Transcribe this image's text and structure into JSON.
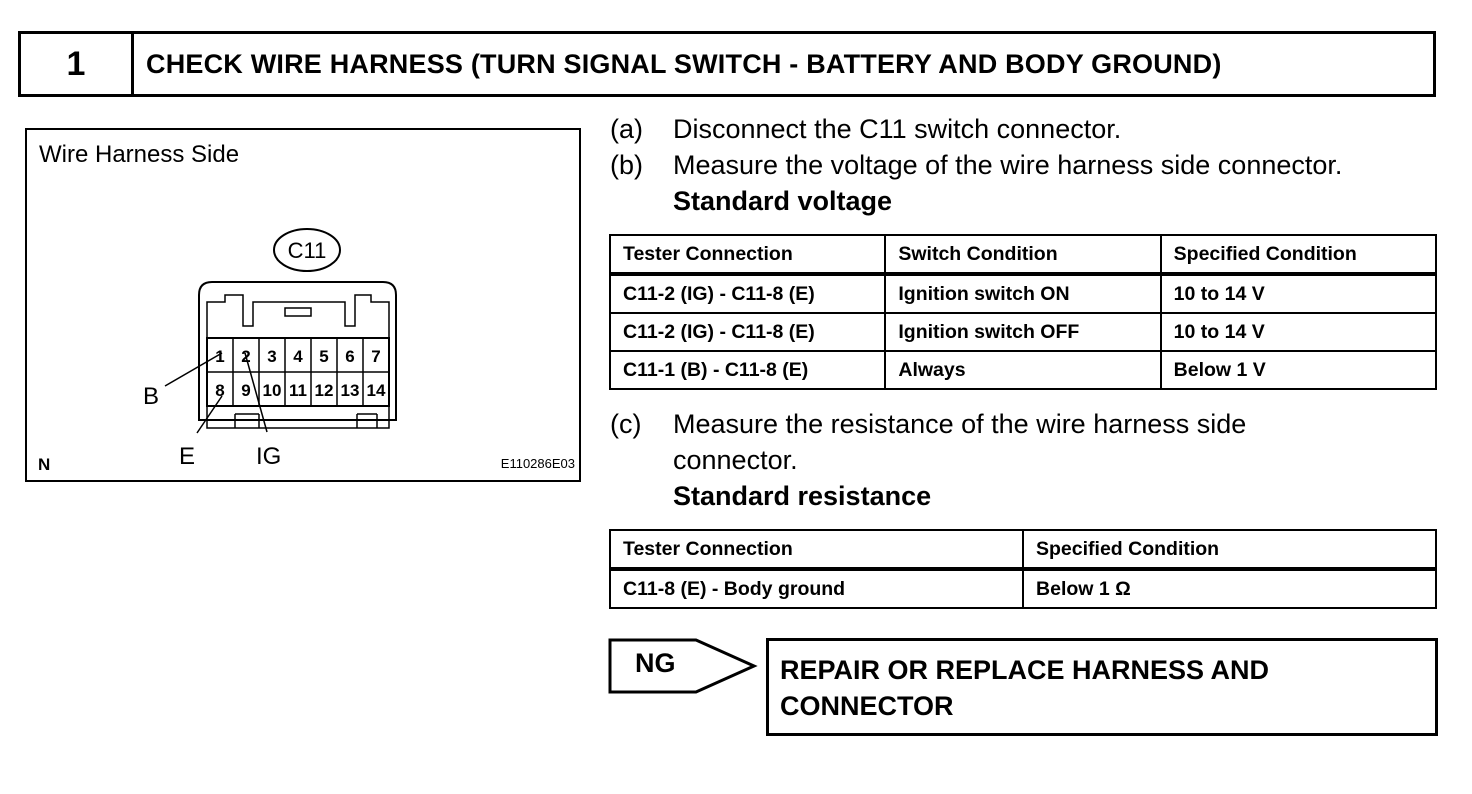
{
  "header": {
    "step_number": "1",
    "title": "CHECK WIRE HARNESS (TURN SIGNAL SWITCH - BATTERY AND BODY GROUND)"
  },
  "figure": {
    "caption": "Wire Harness Side",
    "connector_id": "C11",
    "pins_top": [
      "1",
      "2",
      "3",
      "4",
      "5",
      "6",
      "7"
    ],
    "pins_bottom": [
      "8",
      "9",
      "10",
      "11",
      "12",
      "13",
      "14"
    ],
    "labels": {
      "b": "B",
      "e": "E",
      "ig": "IG"
    },
    "corner_mark": "N",
    "figure_code": "E110286E03"
  },
  "steps": {
    "a": {
      "letter": "(a)",
      "text": "Disconnect the C11 switch connector."
    },
    "b": {
      "letter": "(b)",
      "text": "Measure the voltage of the wire harness side connector."
    },
    "b_label": "Standard voltage",
    "c": {
      "letter": "(c)",
      "text_line1": "Measure the resistance of the wire harness side",
      "text_line2": "connector."
    },
    "c_label": "Standard resistance"
  },
  "voltage_table": {
    "headers": [
      "Tester Connection",
      "Switch Condition",
      "Specified Condition"
    ],
    "rows": [
      [
        "C11-2 (IG) - C11-8 (E)",
        "Ignition switch ON",
        "10 to 14 V"
      ],
      [
        "C11-2 (IG) - C11-8 (E)",
        "Ignition switch OFF",
        "10 to 14 V"
      ],
      [
        "C11-1 (B) - C11-8 (E)",
        "Always",
        "Below 1 V"
      ]
    ]
  },
  "resistance_table": {
    "headers": [
      "Tester Connection",
      "Specified Condition"
    ],
    "rows": [
      [
        "C11-8 (E) - Body ground",
        "Below 1 Ω"
      ]
    ]
  },
  "result": {
    "ng_label": "NG",
    "line1": "REPAIR OR REPLACE HARNESS AND",
    "line2": "CONNECTOR"
  }
}
